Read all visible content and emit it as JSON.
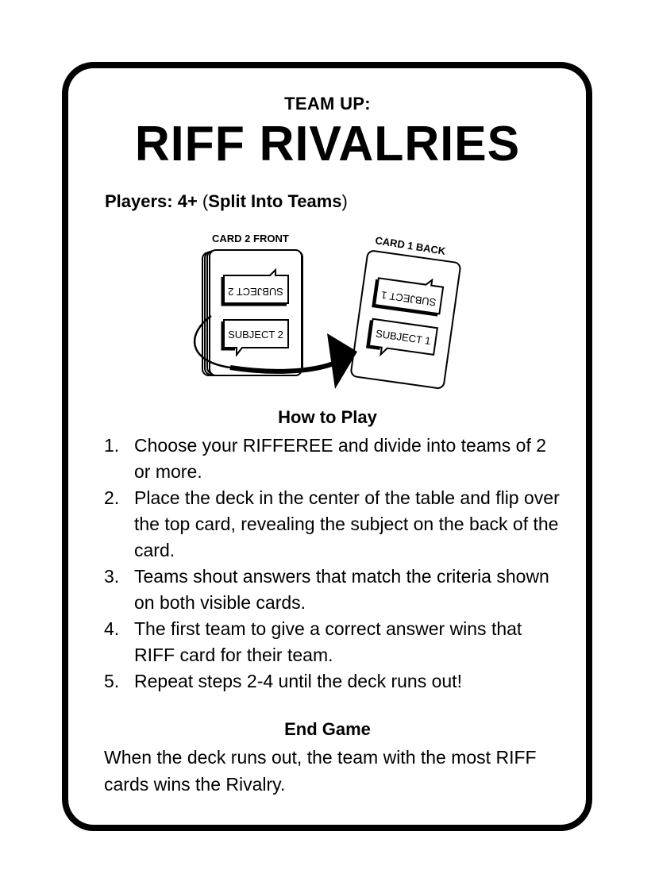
{
  "card": {
    "kicker": "TEAM UP:",
    "title": "RIFF RIVALRIES",
    "players": {
      "label": "Players: 4+",
      "open_paren": " (",
      "detail": "Split Into Teams",
      "close_paren": ")"
    },
    "figure": {
      "left_label": "CARD 2 FRONT",
      "right_label": "CARD 1 BACK",
      "left_card_top_bubble": "SUBJECT 2",
      "left_card_bottom_bubble": "SUBJECT 2",
      "right_card_top_bubble": "SUBJECT 1",
      "right_card_bottom_bubble": "SUBJECT 1",
      "icons": [
        "card-deck-icon",
        "single-card-icon",
        "curved-arrow-icon",
        "speech-bubble-icon"
      ]
    },
    "how_to_play": {
      "heading": "How to Play",
      "steps": [
        {
          "num": "1.",
          "text": "Choose your RIFFEREE and divide into teams of 2 or more."
        },
        {
          "num": "2.",
          "text": "Place the deck in the center of the table and flip over the top card, revealing the subject on the back of the card."
        },
        {
          "num": "3.",
          "text": "Teams shout answers that match the criteria shown on both visible cards."
        },
        {
          "num": "4.",
          "text": "The first team to give a correct answer wins that RIFF card for their team."
        },
        {
          "num": "5.",
          "text": "Repeat steps 2-4 until the deck runs out!"
        }
      ]
    },
    "end_game": {
      "heading": "End Game",
      "text": "When the deck runs out, the team with the most RIFF cards wins the Rivalry."
    }
  }
}
